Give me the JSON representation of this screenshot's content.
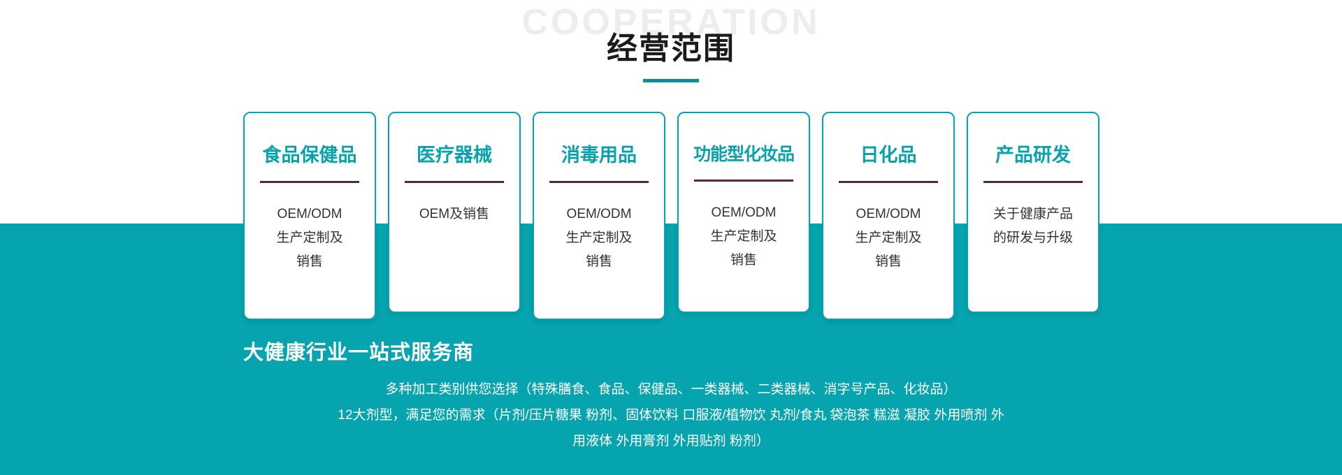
{
  "header": {
    "watermark": "COOPERATION",
    "title": "经营范围",
    "accent_color": "#06A3AD",
    "divider_color": "#5A2A2A"
  },
  "cards": [
    {
      "title": "食品保健品",
      "body": "OEM/ODM\n生产定制及\n销售"
    },
    {
      "title": "医疗器械",
      "body": "OEM及销售"
    },
    {
      "title": "消毒用品",
      "body": "OEM/ODM\n生产定制及\n销售"
    },
    {
      "title": "功能型化妆品",
      "body": "OEM/ODM\n生产定制及\n销售"
    },
    {
      "title": "日化品",
      "body": "OEM/ODM\n生产定制及\n销售"
    },
    {
      "title": "产品研发",
      "body": "关于健康产品\n的研发与升级"
    }
  ],
  "bottom": {
    "headline": "大健康行业一站式服务商",
    "lines": [
      "多种加工类别供您选择（特殊膳食、食品、保健品、一类器械、二类器械、消字号产品、化妆品）",
      "12大剂型，满足您的需求（片剂/压片糖果 粉剂、固体饮料 口服液/植物饮 丸剂/食丸 袋泡茶 糕滋 凝胶 外用喷剂 外",
      "用液体 外用膏剂 外用贴剂 粉剂）"
    ],
    "background_color": "#05A4AE",
    "text_color": "#FFFFFF"
  }
}
